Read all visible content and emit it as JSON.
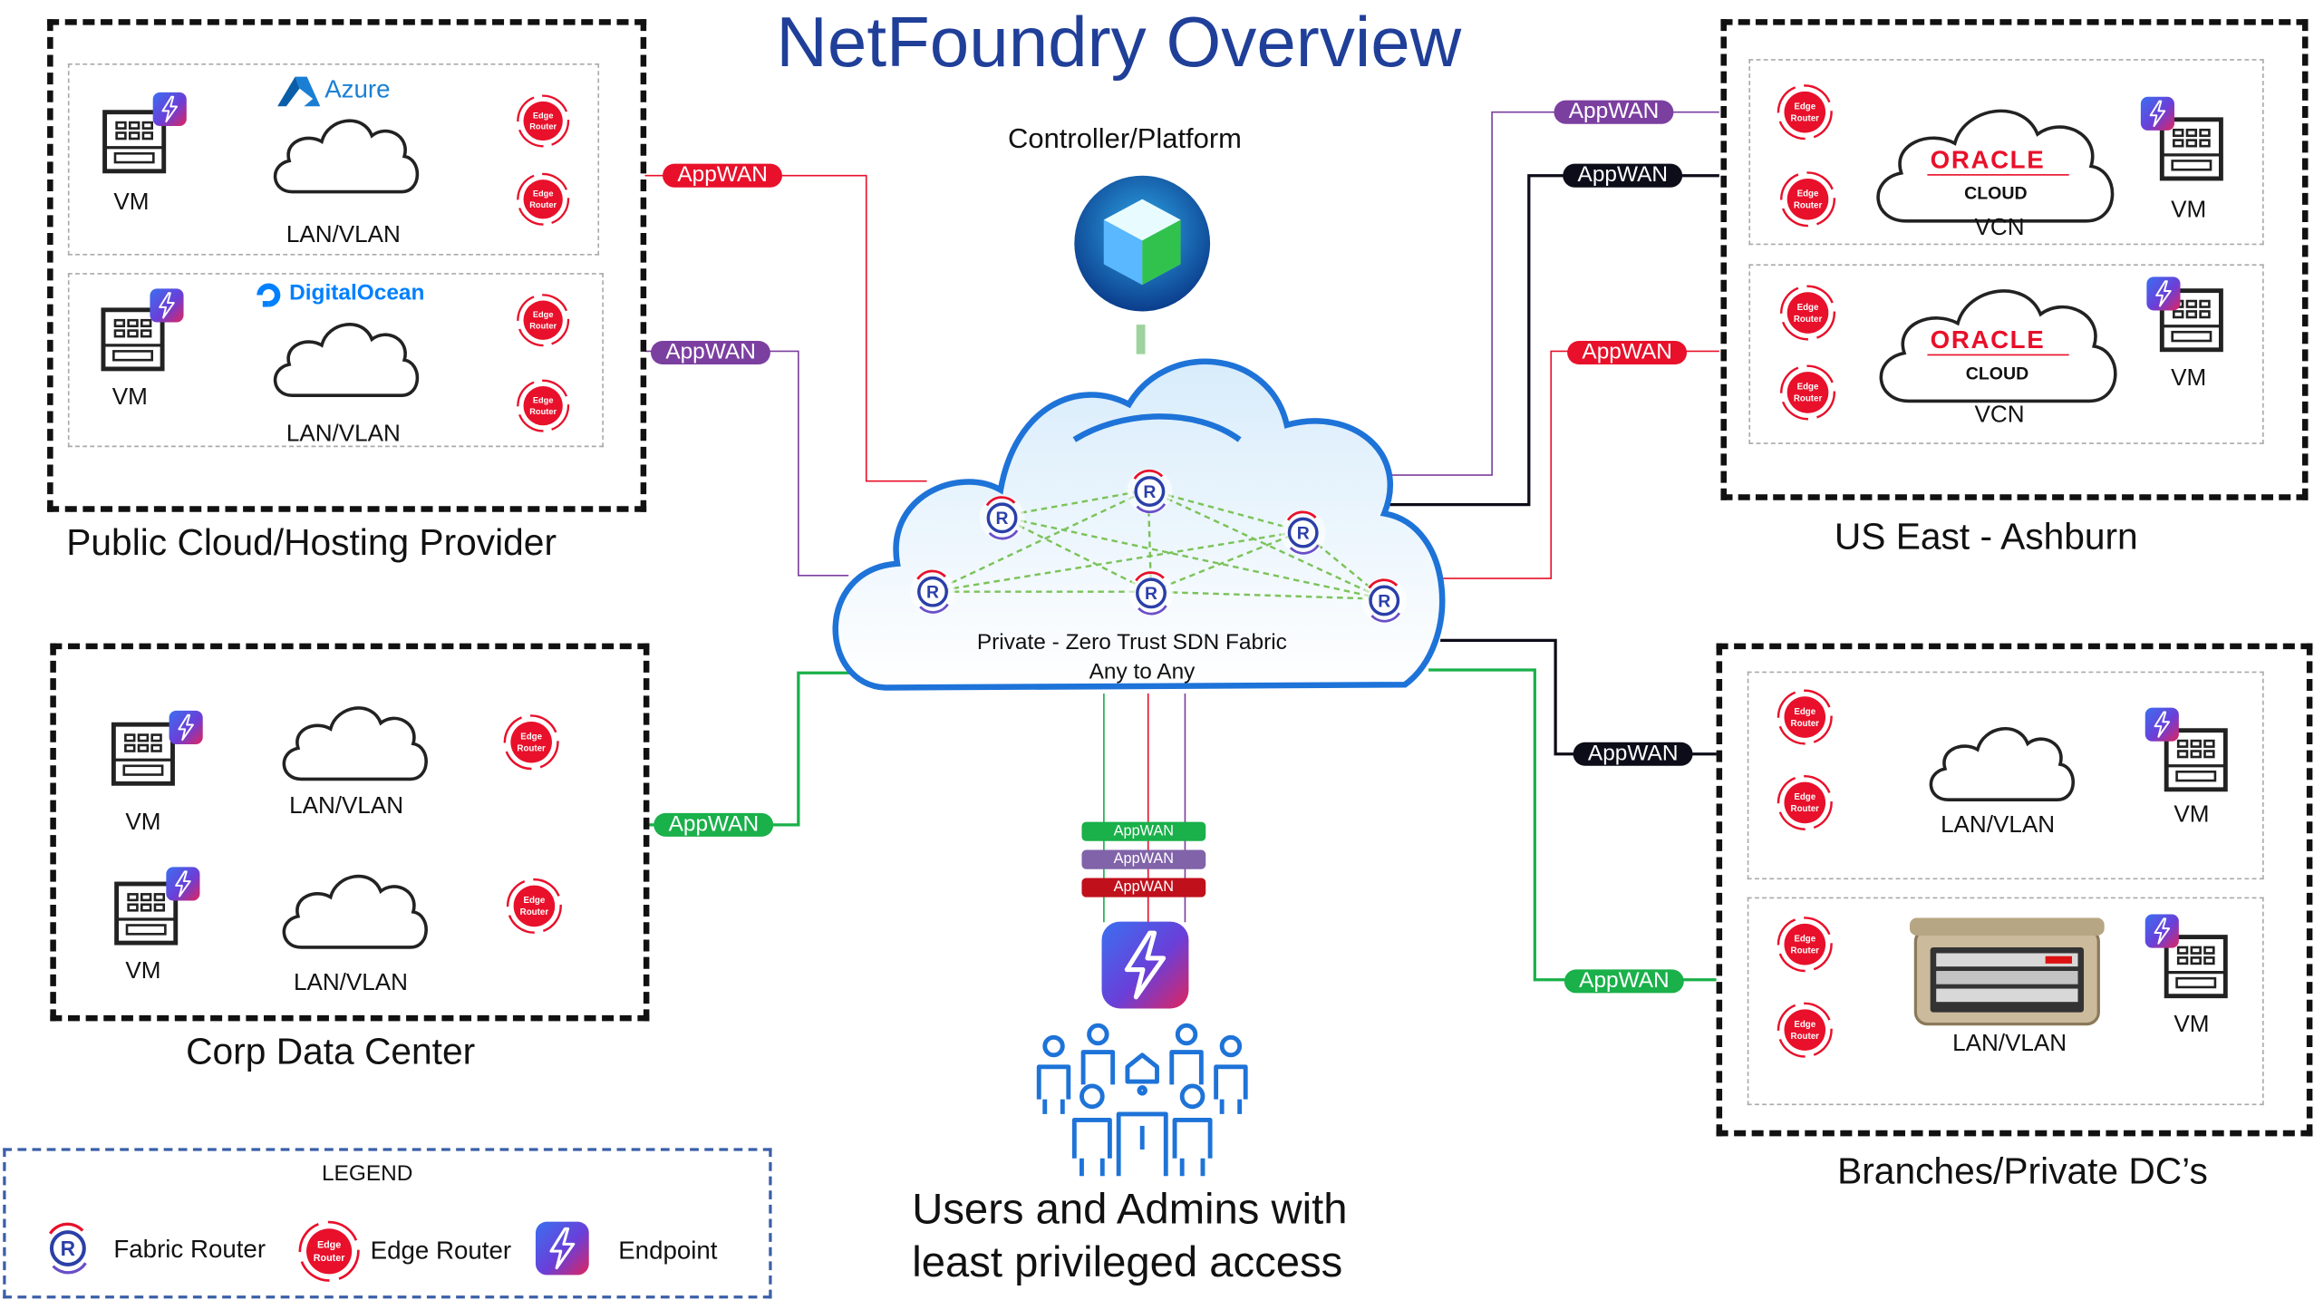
{
  "title": "NetFoundry Overview",
  "controller_label": "Controller/Platform",
  "fabric": {
    "line1": "Private - Zero Trust SDN Fabric",
    "line2": "Any to Any"
  },
  "appwan": "AppWAN",
  "groups": {
    "public_cloud": {
      "title": "Public Cloud/Hosting Provider",
      "azure": "Azure",
      "digitalocean": "DigitalOcean",
      "vm": "VM",
      "lan": "LAN/VLAN"
    },
    "corp_dc": {
      "title": "Corp Data Center",
      "vm": "VM",
      "lan": "LAN/VLAN"
    },
    "us_east": {
      "title": "US East - Ashburn",
      "oracle": "ORACLE",
      "cloud": "CLOUD",
      "vcn": "VCN",
      "vm": "VM"
    },
    "branches": {
      "title": "Branches/Private DC’s",
      "vm": "VM",
      "lan": "LAN/VLAN"
    }
  },
  "edge_router_text": {
    "line1": "Edge",
    "line2": "Router"
  },
  "fabric_router_glyph": "R",
  "users_label": {
    "line1": "Users and Admins with",
    "line2": "least privileged access"
  },
  "legend": {
    "title": "LEGEND",
    "fabric_router": "Fabric Router",
    "edge_router": "Edge Router",
    "endpoint": "Endpoint"
  },
  "colors": {
    "title": "#1f3f99",
    "red": "#e8102a",
    "purple": "#7b3fa0",
    "black": "#0d0d1a",
    "green": "#1ab04a",
    "fabric_blue": "#1e73d8",
    "legend_border": "#3b5fa8"
  }
}
